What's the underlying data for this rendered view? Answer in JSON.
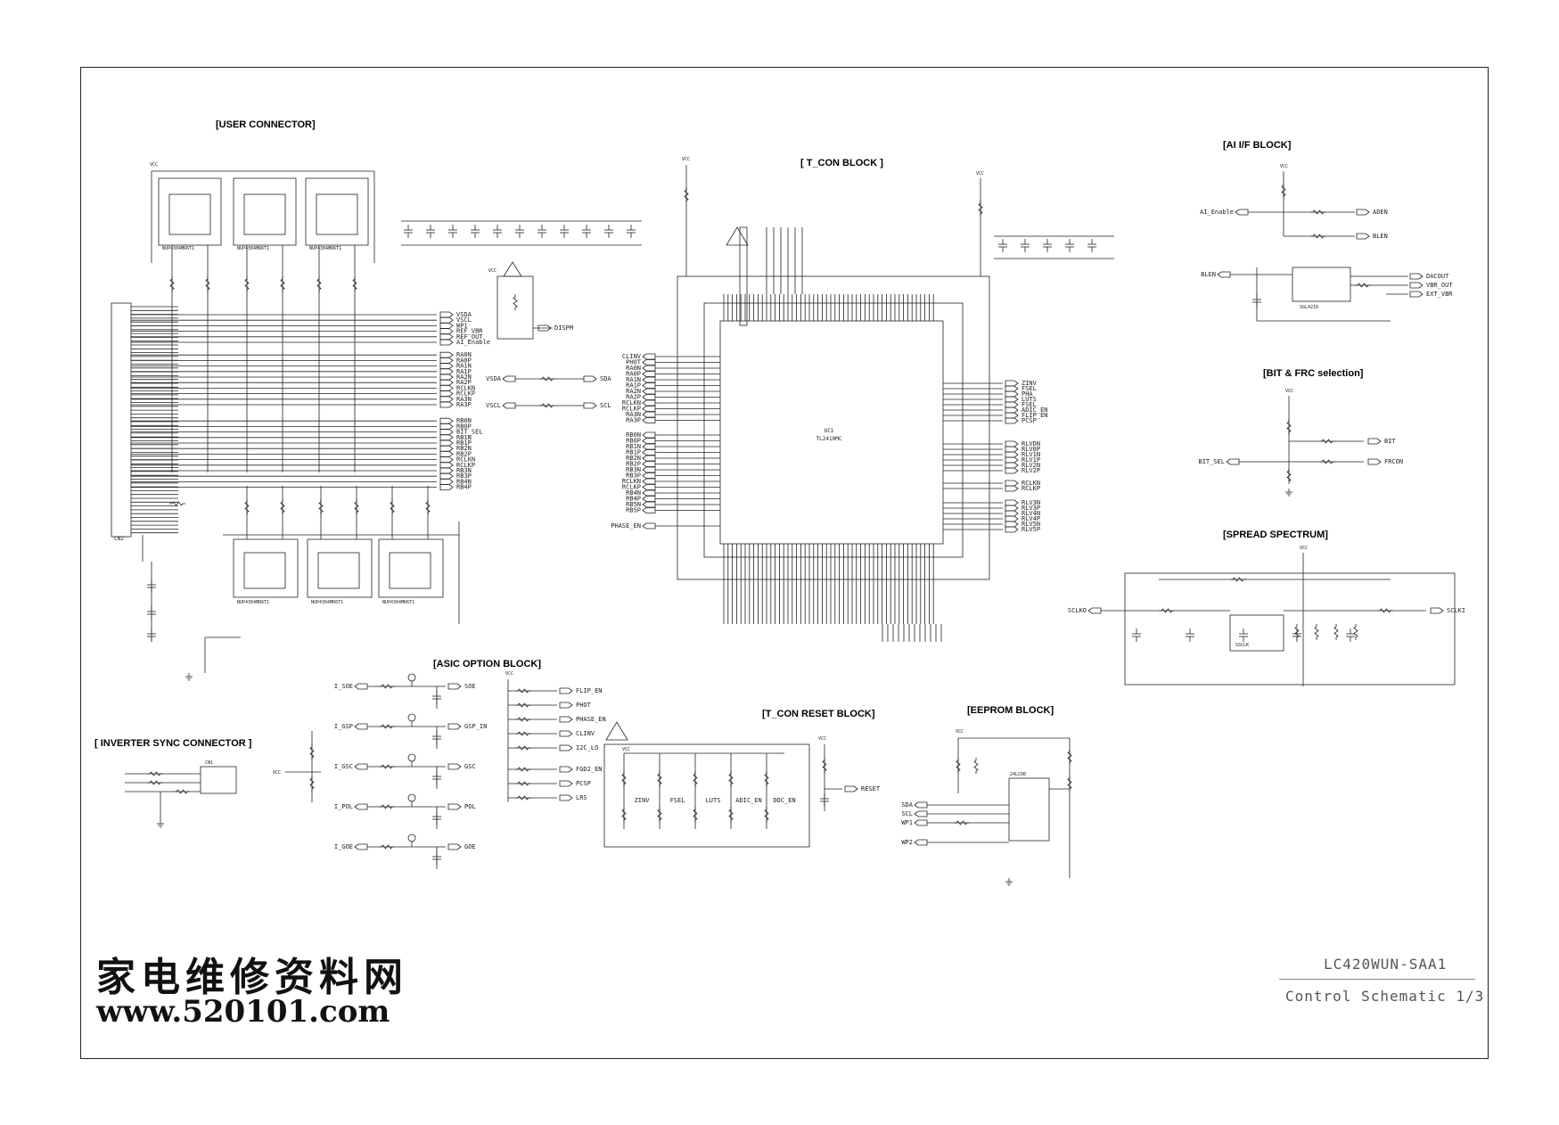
{
  "blocks": {
    "user_connector": "[USER CONNECTOR]",
    "tcon": "[ T_CON  BLOCK ]",
    "ai_if": "[AI I/F BLOCK]",
    "bit_frc": "[BIT & FRC selection]",
    "spread": "[SPREAD SPECTRUM]",
    "asic": "[ASIC OPTION BLOCK]",
    "inverter": "[ INVERTER SYNC CONNECTOR ]",
    "tcon_reset": "[T_CON RESET BLOCK]",
    "eeprom": "[EEPROM BLOCK]"
  },
  "title_block": {
    "model": "LC420WUN-SAA1",
    "sheet": "Control Schematic 1/3"
  },
  "watermark": {
    "chinese": "家电维修资料网",
    "url": "www.520101.com"
  },
  "labels": {
    "vcc": "VCC",
    "uc1": "UC1",
    "uc1_part": "TL2410MC",
    "cn2": "CN2",
    "phase_en": "PHASE_EN",
    "disp": "DISPM",
    "vsda": "VSDA",
    "vscl": "VSCL",
    "sda": "SDA",
    "scl": "SCL",
    "reset": "RESET",
    "sclko": "SCLKO",
    "sclki": "SCLKI",
    "bit": "BIT",
    "frcon": "FRCON",
    "bit_sel": "BIT_SEL",
    "ai_enable": "AI_Enable",
    "aden": "ADEN",
    "blen": "BLEN",
    "wp1": "WP1",
    "wp2": "WP2",
    "nup": "NUP4304MR6T1",
    "ic_spread": "SSCLK",
    "ic_eeprom": "24LC08",
    "ic_ai": "SGL4210",
    "inv_cn": "CN1",
    "asic_in": [
      "I_SOE",
      "I_GSP",
      "I_GSC",
      "I_POL",
      "I_GOE"
    ],
    "asic_out": [
      "SOE",
      "GSP_IN",
      "GSC",
      "POL",
      "GOE"
    ],
    "asic_opt": [
      "FLIP_EN",
      "PHOT",
      "PHASE_EN",
      "CLINV",
      "I2C_LO",
      "FGD2_EN",
      "PCSP",
      "LRS"
    ],
    "reset_sigs": [
      "ZINV",
      "FSEL",
      "LUTS",
      "ADIC_EN",
      "DDC_EN"
    ],
    "ai_out": [
      "DACOUT",
      "VBR_OUT",
      "EXT_VBR"
    ],
    "uc_right_out": [
      "ZINV",
      "FSEL",
      "PHA",
      "LUTS",
      "FSEL",
      "ADIC_EN",
      "FLIP_EN",
      "PCSP"
    ],
    "uc_right_lvds": [
      "RLVDN",
      "RLV0P",
      "RLV1N",
      "RLV1P",
      "RLV2N",
      "RLV2P",
      "RCLKN",
      "RCLKP",
      "RLV3N",
      "RLV3P",
      "RLV4N",
      "RLV4P",
      "RLV5N",
      "RLV5P"
    ],
    "cn2_right": [
      "VSDA",
      "VSCL",
      "WP1",
      "REF_VBR",
      "REF_OUT",
      "AI_Enable",
      "RA0N",
      "RA0P",
      "RA1N",
      "RA1P",
      "RA2N",
      "RA2P",
      "RCLKN",
      "RCLKP",
      "RA3N",
      "RA3P",
      "RB0N",
      "RB0P",
      "BIT_SEL",
      "RB1N",
      "RB1P",
      "RB2N",
      "RB2P",
      "RCLKN",
      "RCLKP",
      "RB3N",
      "RB3P",
      "RB4N",
      "RB4P"
    ],
    "uc_left": [
      "CLINV",
      "PHOT",
      "RA0N",
      "RA0P",
      "RA1N",
      "RA1P",
      "RA2N",
      "RA2P",
      "RCLKN",
      "RCLKP",
      "RA3N",
      "RA3P",
      "RB0N",
      "RB0P",
      "RB1N",
      "RB1P",
      "RB2N",
      "RB2P",
      "RB3N",
      "RB3P",
      "RCLKN",
      "RCLKP",
      "RB4N",
      "RB4P",
      "RB5N",
      "RB5P"
    ]
  }
}
